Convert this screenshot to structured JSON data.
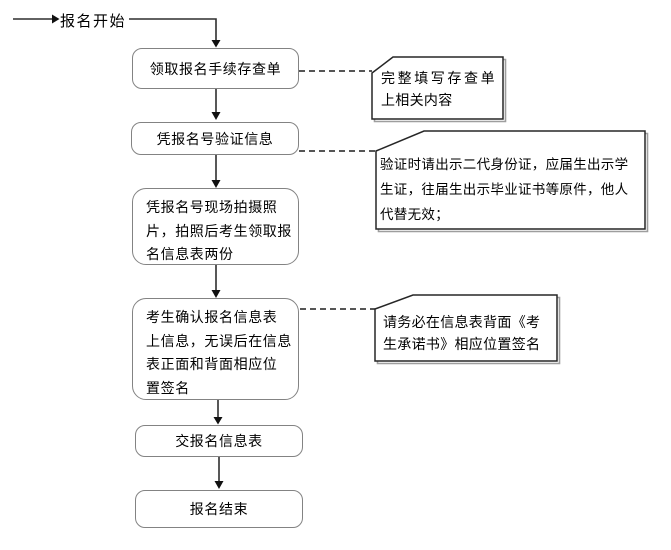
{
  "diagram": {
    "title_semantic": "registration-procedure-flowchart",
    "start_label": "报名开始",
    "steps": [
      {
        "id": "step-1",
        "label": "领取报名手续存查单"
      },
      {
        "id": "step-2",
        "label": "凭报名号验证信息"
      },
      {
        "id": "step-3",
        "label": "凭报名号现场拍摄照\n片，拍照后考生领取报\n名信息表两份"
      },
      {
        "id": "step-4",
        "label": "考生确认报名信息表\n上信息，无误后在信息\n表正面和背面相应位\n置签名"
      },
      {
        "id": "step-5",
        "label": "交报名信息表"
      },
      {
        "id": "step-6",
        "label": "报名结束"
      }
    ],
    "notes": [
      {
        "id": "note-1",
        "text": "完整填写存查单\n上相关内容"
      },
      {
        "id": "note-2",
        "text": "验证时请出示二代身份证，应届生出示学\n生证，往届生出示毕业证书等原件，他人\n代替无效；"
      },
      {
        "id": "note-3",
        "text": "请务必在信息表背面《考\n生承诺书》相应位置签名"
      }
    ],
    "colors": {
      "background": "#ffffff",
      "step_border": "#838383",
      "flow_line": "#2e2e2e",
      "note_border": "#262626",
      "note_shadow": "#9e9e9e",
      "text": "#000000"
    }
  }
}
